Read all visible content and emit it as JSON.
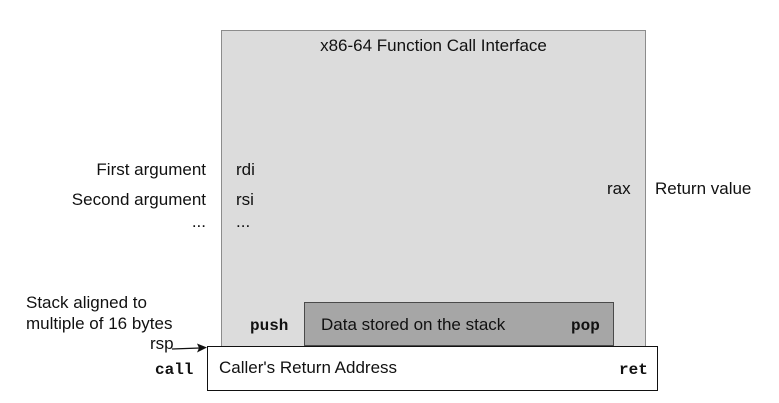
{
  "diagram": {
    "title": "x86-64 Function Call Interface",
    "arguments": [
      {
        "label": "First argument",
        "register": "rdi"
      },
      {
        "label": "Second argument",
        "register": "rsi"
      },
      {
        "label": "...",
        "register": "..."
      }
    ],
    "return": {
      "register": "rax",
      "label": "Return value"
    },
    "stack": {
      "alignment_line1": "Stack aligned to",
      "alignment_line2": "multiple of 16 bytes",
      "pointer": "rsp",
      "push": "push",
      "data": "Data stored on the stack",
      "pop": "pop",
      "call": "call",
      "return_address": "Caller's Return Address",
      "ret": "ret"
    }
  },
  "colors": {
    "interface_fill": "#dcdcdc",
    "stack_data_fill": "#a6a6a6",
    "return_address_fill": "#ffffff"
  }
}
